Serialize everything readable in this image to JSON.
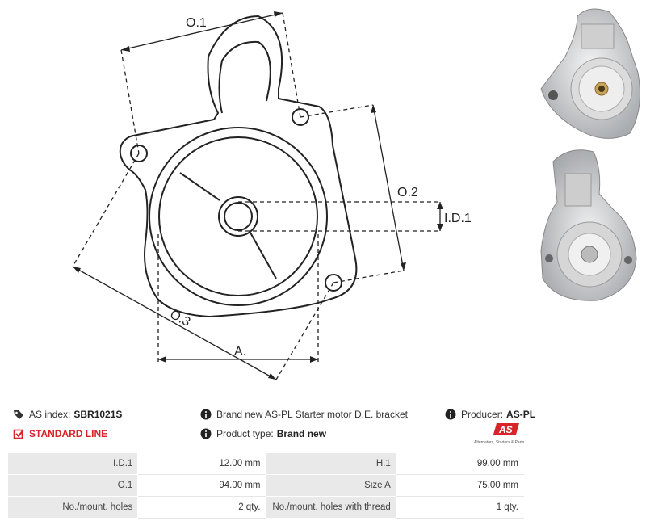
{
  "drawing": {
    "labels": {
      "o1": "O.1",
      "o2": "O.2",
      "o3": "O.3",
      "id1": "I.D.1",
      "a": "A."
    }
  },
  "info": {
    "as_index_label": "AS index:",
    "as_index_value": "SBR1021S",
    "standard_line": "STANDARD LINE",
    "description": "Brand new AS-PL Starter motor D.E. bracket",
    "product_type_label": "Product type:",
    "product_type_value": "Brand new",
    "producer_label": "Producer:",
    "producer_value": "AS-PL",
    "logo_text": "AS",
    "logo_tagline": "Alternators, Starters & Parts"
  },
  "specs": [
    {
      "k1": "I.D.1",
      "v1": "12.00 mm",
      "k2": "H.1",
      "v2": "99.00 mm"
    },
    {
      "k1": "O.1",
      "v1": "94.00 mm",
      "k2": "Size A",
      "v2": "75.00 mm"
    },
    {
      "k1": "No./mount. holes",
      "v1": "2 qty.",
      "k2": "No./mount. holes with thread",
      "v2": "1 qty."
    }
  ],
  "colors": {
    "accent": "#d8232a",
    "label_bg": "#e9e9e9"
  }
}
